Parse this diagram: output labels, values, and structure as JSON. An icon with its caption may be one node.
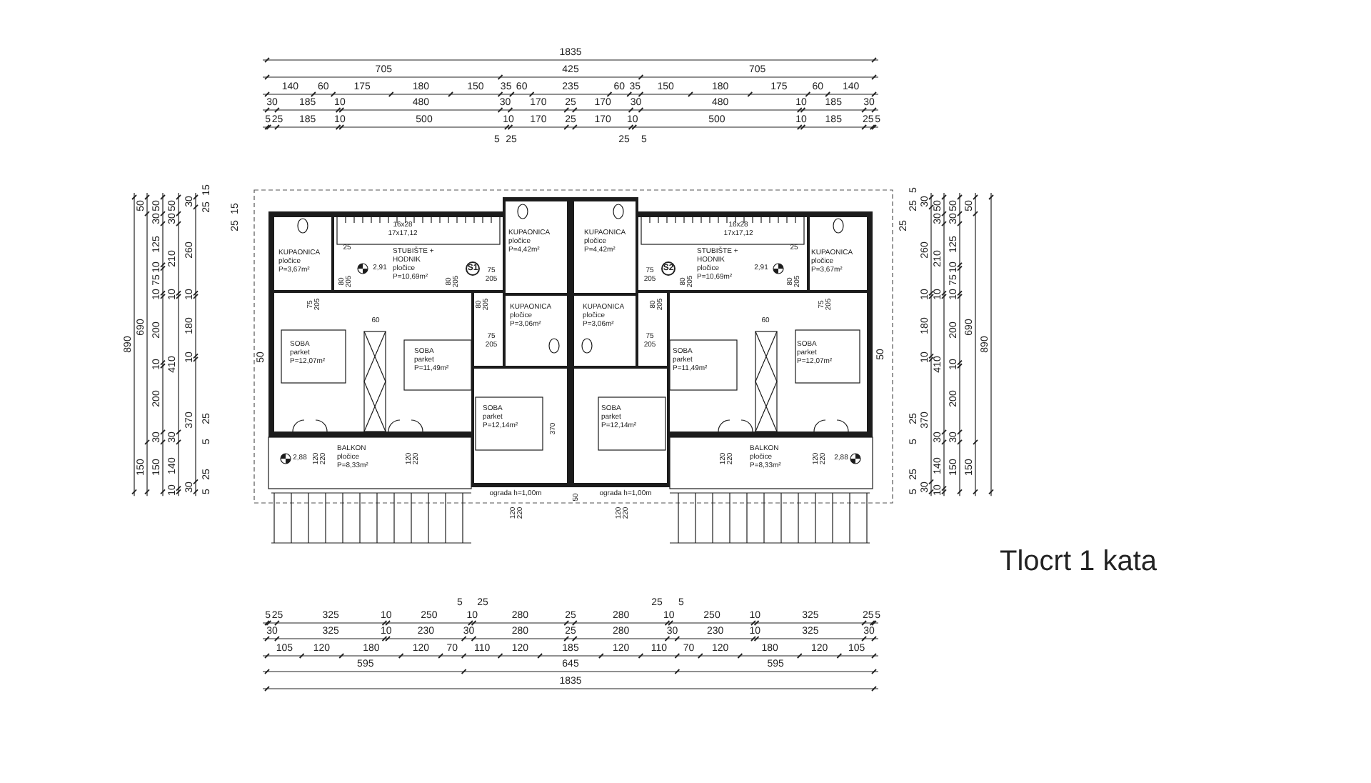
{
  "diagram": {
    "title": "Tlocrt 1 kata",
    "nodes": [
      {
        "text": [
          "KUPAONICA",
          "pločice",
          "P=3,67m²"
        ]
      },
      {
        "text": [
          "STUBIŠTE + HODNIK",
          "pločice",
          "P=10,69m²"
        ]
      },
      {
        "text": [
          "KUPAONICA",
          "pločice",
          "P=4,42m²"
        ]
      },
      {
        "text": [
          "KUPAONICA",
          "pločice",
          "P=3,06m²"
        ]
      },
      {
        "text": [
          "SOBA",
          "parket",
          "P=12,07m²"
        ]
      },
      {
        "text": [
          "SOBA",
          "parket",
          "P=11,49m²"
        ]
      },
      {
        "text": [
          "SOBA",
          "parket",
          "P=12,14m²"
        ]
      },
      {
        "text": [
          "BALKON",
          "pločice",
          "P=8,33m²"
        ]
      },
      {
        "text": [
          "S1"
        ]
      },
      {
        "text": [
          "KUPAONICA",
          "pločice",
          "P=3,67m²"
        ]
      },
      {
        "text": [
          "STUBIŠTE + HODNIK",
          "pločice",
          "P=10,69m²"
        ]
      },
      {
        "text": [
          "KUPAONICA",
          "pločice",
          "P=4,42m²"
        ]
      },
      {
        "text": [
          "KUPAONICA",
          "pločice",
          "P=3,06m²"
        ]
      },
      {
        "text": [
          "SOBA",
          "parket",
          "P=12,07m²"
        ]
      },
      {
        "text": [
          "SOBA",
          "parket",
          "P=11,49m²"
        ]
      },
      {
        "text": [
          "SOBA",
          "parket",
          "P=12,14m²"
        ]
      },
      {
        "text": [
          "BALKON",
          "pločice",
          "P=8,33m²"
        ]
      },
      {
        "text": [
          "S2"
        ]
      }
    ],
    "labels": [
      "1835",
      "705",
      "425",
      "705",
      "140",
      "60",
      "175",
      "180",
      "150",
      "35",
      "60",
      "235",
      "60",
      "35",
      "150",
      "180",
      "175",
      "60",
      "140",
      "30",
      "185",
      "10",
      "480",
      "30",
      "170",
      "25",
      "170",
      "30",
      "480",
      "10",
      "185",
      "30",
      "5",
      "25",
      "185",
      "10",
      "500",
      "10",
      "170",
      "25",
      "170",
      "10",
      "500",
      "10",
      "185",
      "25",
      "5",
      "5",
      "25",
      "25",
      "5",
      "890",
      "50",
      "690",
      "150",
      "50",
      "30",
      "125",
      "10",
      "75",
      "10",
      "200",
      "10",
      "200",
      "30",
      "150",
      "50",
      "30",
      "210",
      "10",
      "410",
      "30",
      "140",
      "10",
      "30",
      "260",
      "10",
      "180",
      "10",
      "370",
      "30",
      "15",
      "25",
      "15",
      "25",
      "25",
      "5",
      "25",
      "5",
      "50",
      "16x28",
      "17x17,12",
      "25",
      "2,91",
      "80",
      "205",
      "80",
      "205",
      "75",
      "205",
      "75",
      "205",
      "80",
      "205",
      "60",
      "75",
      "205",
      "370",
      "2,88",
      "120",
      "220",
      "120",
      "220",
      "ograda h=1,00m",
      "120",
      "220",
      "16x28",
      "17x17,12",
      "25",
      "75",
      "205",
      "80",
      "205",
      "2,91",
      "80",
      "205",
      "80",
      "205",
      "75",
      "205",
      "60",
      "75",
      "205",
      "120",
      "220",
      "120",
      "220",
      "2,88",
      "50",
      "ograda h=1,00m",
      "120",
      "220",
      "5",
      "25",
      "25",
      "25",
      "5",
      "25",
      "5",
      "50",
      "30",
      "260",
      "10",
      "180",
      "10",
      "370",
      "30",
      "50",
      "30",
      "210",
      "10",
      "410",
      "30",
      "140",
      "10",
      "50",
      "30",
      "125",
      "10",
      "75",
      "10",
      "200",
      "10",
      "200",
      "30",
      "150",
      "50",
      "690",
      "150",
      "890",
      "5",
      "25",
      "25",
      "5",
      "5",
      "25",
      "325",
      "10",
      "250",
      "10",
      "280",
      "25",
      "280",
      "10",
      "250",
      "10",
      "325",
      "25",
      "5",
      "30",
      "325",
      "10",
      "230",
      "30",
      "280",
      "25",
      "280",
      "30",
      "230",
      "10",
      "325",
      "30",
      "105",
      "120",
      "180",
      "120",
      "70",
      "110",
      "120",
      "185",
      "120",
      "110",
      "70",
      "120",
      "180",
      "120",
      "105",
      "595",
      "645",
      "595",
      "1835"
    ]
  }
}
